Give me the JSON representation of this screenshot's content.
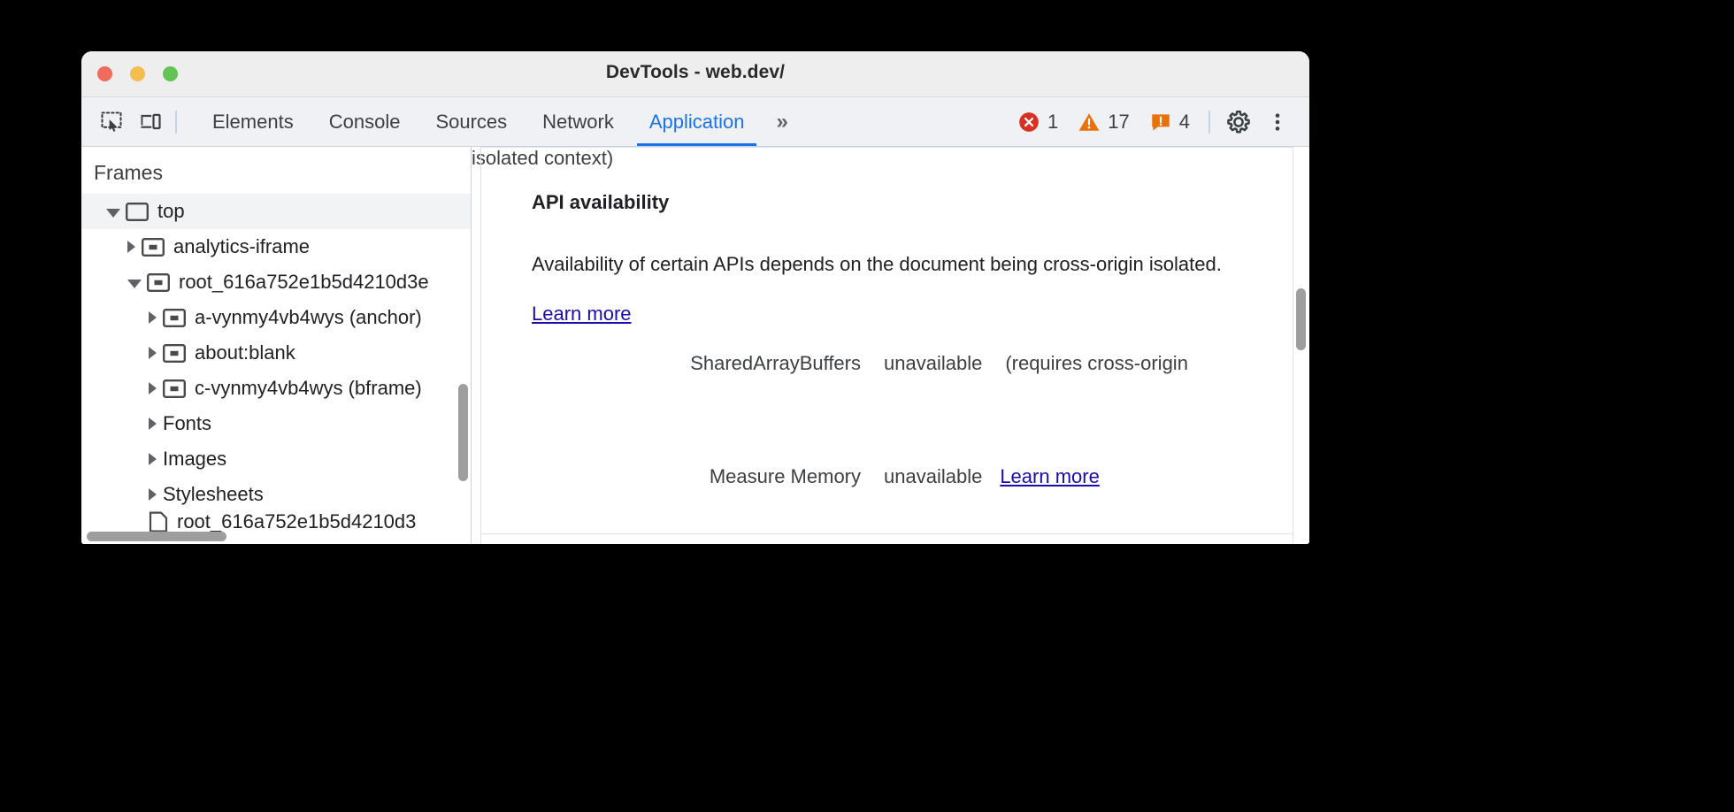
{
  "window": {
    "title": "DevTools - web.dev/",
    "traffic_lights": [
      "close-red",
      "minimize-yellow",
      "zoom-green"
    ]
  },
  "toolbar": {
    "inspect_icon": "inspect-element-icon",
    "device_icon": "device-toolbar-icon",
    "tabs": [
      {
        "label": "Elements",
        "active": false
      },
      {
        "label": "Console",
        "active": false
      },
      {
        "label": "Sources",
        "active": false
      },
      {
        "label": "Network",
        "active": false
      },
      {
        "label": "Application",
        "active": true
      }
    ],
    "overflow_label": "»",
    "status": {
      "errors": "1",
      "warnings": "17",
      "issues": "4",
      "error_color": "#d93025",
      "warning_color": "#e37400",
      "issue_color": "#e37400"
    },
    "settings_icon": "gear-icon",
    "more_icon": "kebab-menu-icon"
  },
  "sidebar": {
    "header": "Frames",
    "tree": [
      {
        "label": "top",
        "indent": 0,
        "twisty": "open",
        "icon": "frame-top-icon",
        "selected": true
      },
      {
        "label": "analytics-iframe",
        "indent": 1,
        "twisty": "closed",
        "icon": "frame-icon",
        "selected": false
      },
      {
        "label": "root_616a752e1b5d4210d3e",
        "indent": 1,
        "twisty": "open",
        "icon": "frame-icon",
        "selected": false
      },
      {
        "label": "a-vynmy4vb4wys (anchor)",
        "indent": 2,
        "twisty": "closed",
        "icon": "frame-icon",
        "selected": false
      },
      {
        "label": "about:blank",
        "indent": 2,
        "twisty": "closed",
        "icon": "frame-icon",
        "selected": false
      },
      {
        "label": "c-vynmy4vb4wys (bframe)",
        "indent": 2,
        "twisty": "closed",
        "icon": "frame-icon",
        "selected": false
      },
      {
        "label": "Fonts",
        "indent": 1,
        "twisty": "closed",
        "icon": "none",
        "selected": false
      },
      {
        "label": "Images",
        "indent": 1,
        "twisty": "closed",
        "icon": "none",
        "selected": false
      },
      {
        "label": "Stylesheets",
        "indent": 1,
        "twisty": "closed",
        "icon": "none",
        "selected": false
      }
    ],
    "clipped_row": "root_616a752e1b5d4210d3",
    "scrollbars": {
      "vertical": "sidebar-vertical-scrollbar",
      "horizontal": "sidebar-horizontal-scrollbar"
    }
  },
  "main": {
    "section_title": "API availability",
    "paragraph_before": "Availability of certain APIs depends on the document being cross-origin isolated. ",
    "paragraph_link": "Learn more",
    "rows": [
      {
        "key": "SharedArrayBuffers",
        "value": "unavailable",
        "note": "(requires cross-origin",
        "note_cont": "isolated context)",
        "link": ""
      },
      {
        "key": "Measure Memory",
        "value": "unavailable",
        "note": "",
        "note_cont": "",
        "link": "Learn more"
      }
    ],
    "scrollbar": "main-vertical-scrollbar"
  }
}
